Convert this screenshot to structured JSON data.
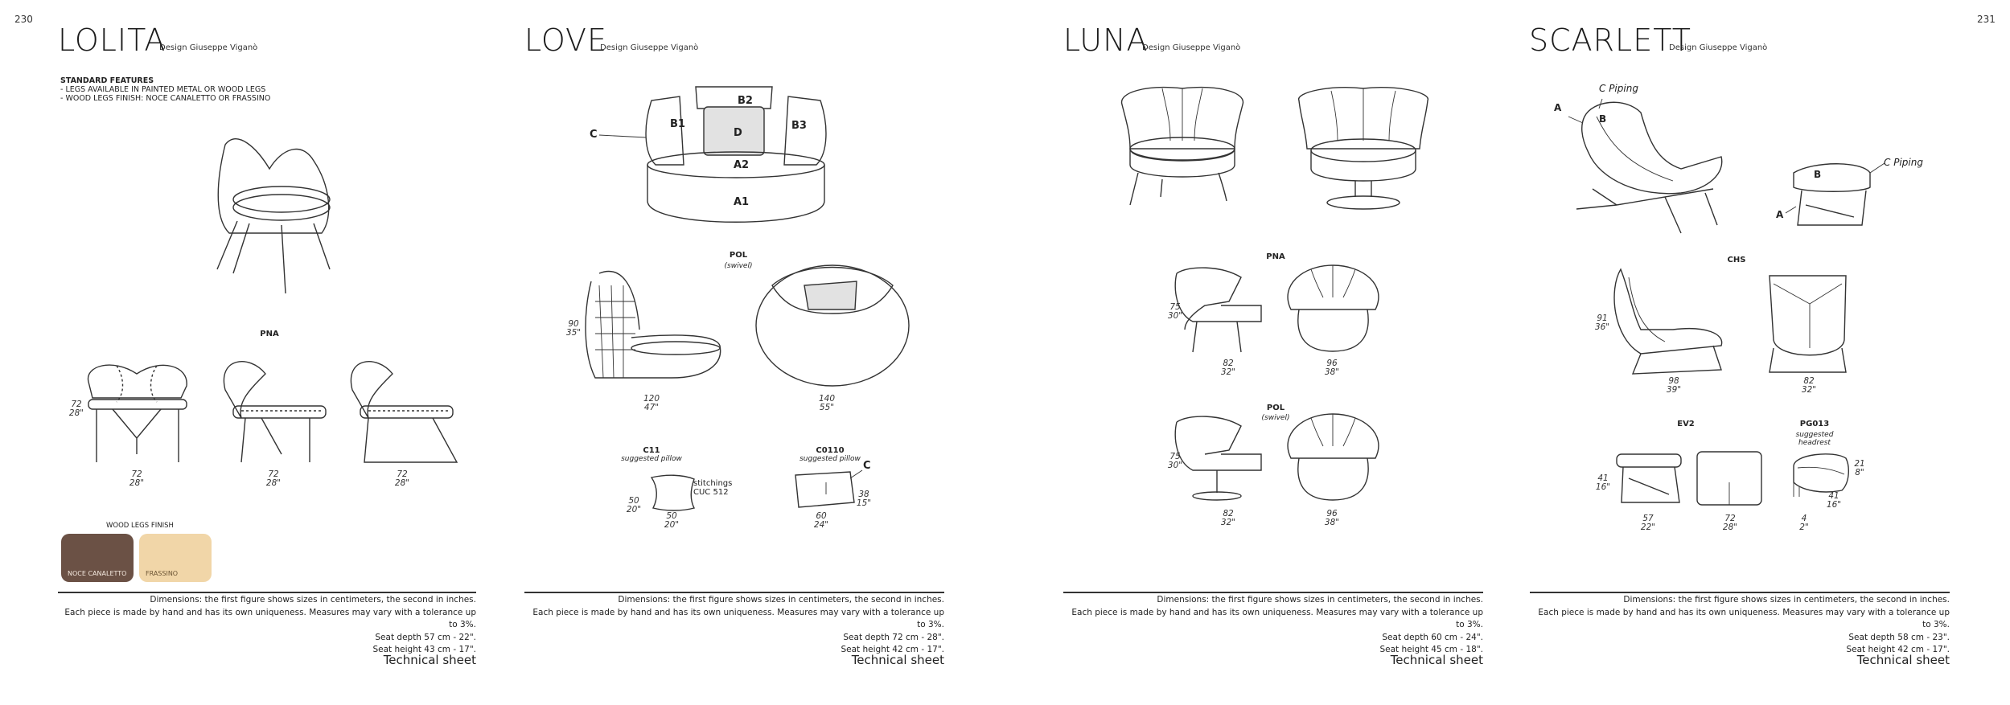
{
  "pages": {
    "left_number": "230",
    "right_number": "231"
  },
  "sections": [
    {
      "title": "LOLITA",
      "designer": "Design Giuseppe Viganò",
      "features": {
        "heading": "STANDARD FEATURES",
        "lines": [
          "- LEGS AVAILABLE IN PAINTED METAL OR WOOD LEGS",
          "- WOOD LEGS FINISH: NOCE CANALETTO OR FRASSINO"
        ]
      },
      "model_code": "PNA",
      "dims": {
        "height": "72\n28\"",
        "front": "72\n28\"",
        "side": "72\n28\"",
        "back": "72\n28\""
      },
      "finish": {
        "heading": "WOOD LEGS FINISH",
        "swatches": [
          {
            "name": "NOCE CANALETTO",
            "color": "#6b5145"
          },
          {
            "name": "FRASSINO",
            "color": "#f1d6a8"
          }
        ]
      },
      "footer": [
        "Dimensions: the first figure shows sizes in centimeters, the second in inches.",
        "Each piece is made by hand and has its own uniqueness. Measures may vary with a tolerance up to 3%.",
        "Seat depth 57 cm - 22\".",
        "Seat height 43 cm - 17\"."
      ],
      "tech": "Technical sheet"
    },
    {
      "title": "LOVE",
      "designer": "Design Giuseppe Viganò",
      "letters": {
        "b2": "B2",
        "b1": "B1",
        "b3": "B3",
        "d": "D",
        "c": "C",
        "a2": "A2",
        "a1": "A1"
      },
      "model_code": "POL",
      "model_sub": "(swivel)",
      "dims": {
        "height": "90\n35\"",
        "depth": "120\n47\"",
        "diam": "140\n55\""
      },
      "pillow1": {
        "code": "C11",
        "sub": "suggested pillow",
        "note": "stitchings\nCUC 512",
        "h": "50\n20\"",
        "w": "50\n20\""
      },
      "pillow2": {
        "code": "C0110",
        "sub": "suggested pillow",
        "letter": "C",
        "h": "38\n15\"",
        "w": "60\n24\""
      },
      "footer": [
        "Dimensions: the first figure shows sizes in centimeters, the second in inches.",
        "Each piece is made by hand and has its own uniqueness. Measures may vary with a tolerance up to 3%.",
        "Seat depth 72 cm - 28\".",
        "Seat height 42 cm - 17\"."
      ],
      "tech": "Technical sheet"
    },
    {
      "title": "LUNA",
      "designer": "Design Giuseppe Viganò",
      "model1": {
        "code": "PNA",
        "h": "75\n30\"",
        "d": "82\n32\"",
        "w": "96\n38\""
      },
      "model2": {
        "code": "POL",
        "sub": "(swivel)",
        "h": "75\n30\"",
        "d": "82\n32\"",
        "w": "96\n38\""
      },
      "footer": [
        "Dimensions: the first figure shows sizes in centimeters, the second in inches.",
        "Each piece is made by hand and has its own uniqueness. Measures may vary with a tolerance up to 3%.",
        "Seat depth 60 cm - 24\".",
        "Seat height 45 cm - 18\"."
      ],
      "tech": "Technical sheet"
    },
    {
      "title": "SCARLETT",
      "designer": "Design Giuseppe Viganò",
      "labels": {
        "c_piping_1": "C Piping",
        "a1": "A",
        "b1": "B",
        "c_piping_2": "C Piping",
        "b2": "B",
        "a2": "A"
      },
      "model_code": "CHS",
      "dims": {
        "height": "91\n36\"",
        "depth": "98\n39\"",
        "width": "82\n32\""
      },
      "ottoman": {
        "code": "EV2",
        "h": "41\n16\"",
        "d": "57\n22\"",
        "w": "72\n28\""
      },
      "headrest": {
        "code": "PG013",
        "sub": "suggested headrest",
        "h": "21\n8\"",
        "d": "41\n16\"",
        "t": "4\n2\""
      },
      "footer": [
        "Dimensions: the first figure shows sizes in centimeters, the second in inches.",
        "Each piece is made by hand and has its own uniqueness. Measures may vary with a tolerance up to 3%.",
        "Seat depth 58 cm - 23\".",
        "Seat height 42 cm - 17\"."
      ],
      "tech": "Technical sheet"
    }
  ]
}
